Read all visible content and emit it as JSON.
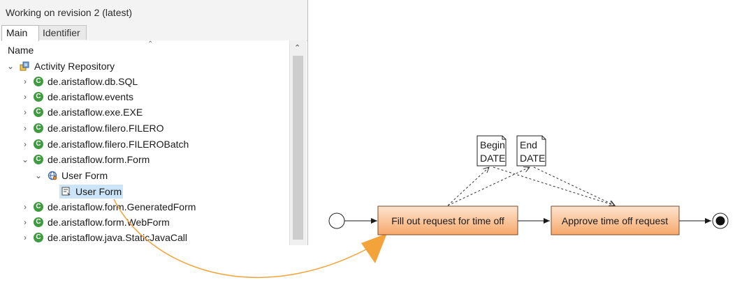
{
  "panel": {
    "title": "Working on revision 2 (latest)",
    "tabs": [
      {
        "label": "Main",
        "active": true
      },
      {
        "label": "Identifier",
        "active": false
      }
    ],
    "column_header": "Name",
    "tree": {
      "root": {
        "label": "Activity Repository",
        "icon": "repository-icon",
        "expanded": true
      },
      "items": [
        {
          "label": "de.aristaflow.db.SQL",
          "icon": "class-icon",
          "expanded": false
        },
        {
          "label": "de.aristaflow.events",
          "icon": "class-icon",
          "expanded": false
        },
        {
          "label": "de.aristaflow.exe.EXE",
          "icon": "class-icon",
          "expanded": false
        },
        {
          "label": "de.aristaflow.filero.FILERO",
          "icon": "class-icon",
          "expanded": false
        },
        {
          "label": "de.aristaflow.filero.FILEROBatch",
          "icon": "class-icon",
          "expanded": false
        },
        {
          "label": "de.aristaflow.form.Form",
          "icon": "class-icon",
          "expanded": true
        },
        {
          "label": "User Form",
          "icon": "globe-gear-icon",
          "expanded": true
        },
        {
          "label": "User Form",
          "icon": "form-template-icon",
          "selected": true
        },
        {
          "label": "de.aristaflow.form.GeneratedForm",
          "icon": "class-icon",
          "expanded": false
        },
        {
          "label": "de.aristaflow.form.WebForm",
          "icon": "class-icon",
          "expanded": false
        },
        {
          "label": "de.aristaflow.java.StaticJavaCall",
          "icon": "class-icon",
          "expanded": false
        }
      ]
    }
  },
  "diagram": {
    "data_objects": [
      {
        "line1": "Begin",
        "line2": "DATE"
      },
      {
        "line1": "End",
        "line2": "DATE"
      }
    ],
    "activities": [
      {
        "label": "Fill out request for time off"
      },
      {
        "label": "Approve time off request"
      }
    ],
    "colors": {
      "activity_fill_top": "#fde4cf",
      "activity_fill_bottom": "#f7a86a",
      "activity_border": "#7a4a2a",
      "drag_arrow": "#f4a33a"
    }
  }
}
